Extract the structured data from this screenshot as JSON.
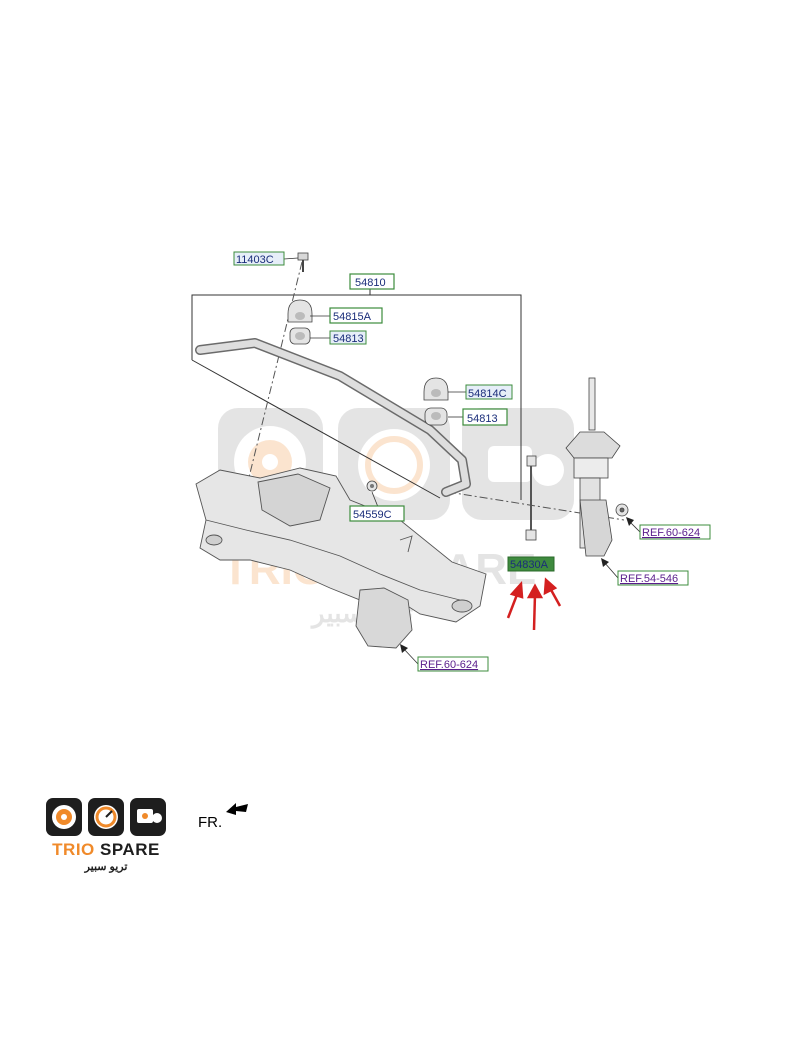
{
  "labels": {
    "p11403C": "11403C",
    "p54810": "54810",
    "p54815A": "54815A",
    "p54813a": "54813",
    "p54814C": "54814C",
    "p54813b": "54813",
    "p54559C": "54559C",
    "p54830A": "54830A",
    "ref60_624a": "REF.60-624",
    "ref54_546": "REF.54-546",
    "ref60_624b": "REF.60-624"
  },
  "watermark": {
    "brand_left": "TRIO",
    "brand_right": "SPARE",
    "arabic": "تريو سبير"
  },
  "direction": "FR.",
  "logo": {
    "brand_left": "TRIO",
    "brand_right": "SPARE",
    "arabic": "تريو سبير"
  },
  "colors": {
    "callout_green": "#3c8c3c",
    "highlight_green": "#3e8a3e",
    "ref_purple": "#5a1e8c",
    "arrow_red": "#d42020",
    "logo_orange": "#f08a2a"
  }
}
